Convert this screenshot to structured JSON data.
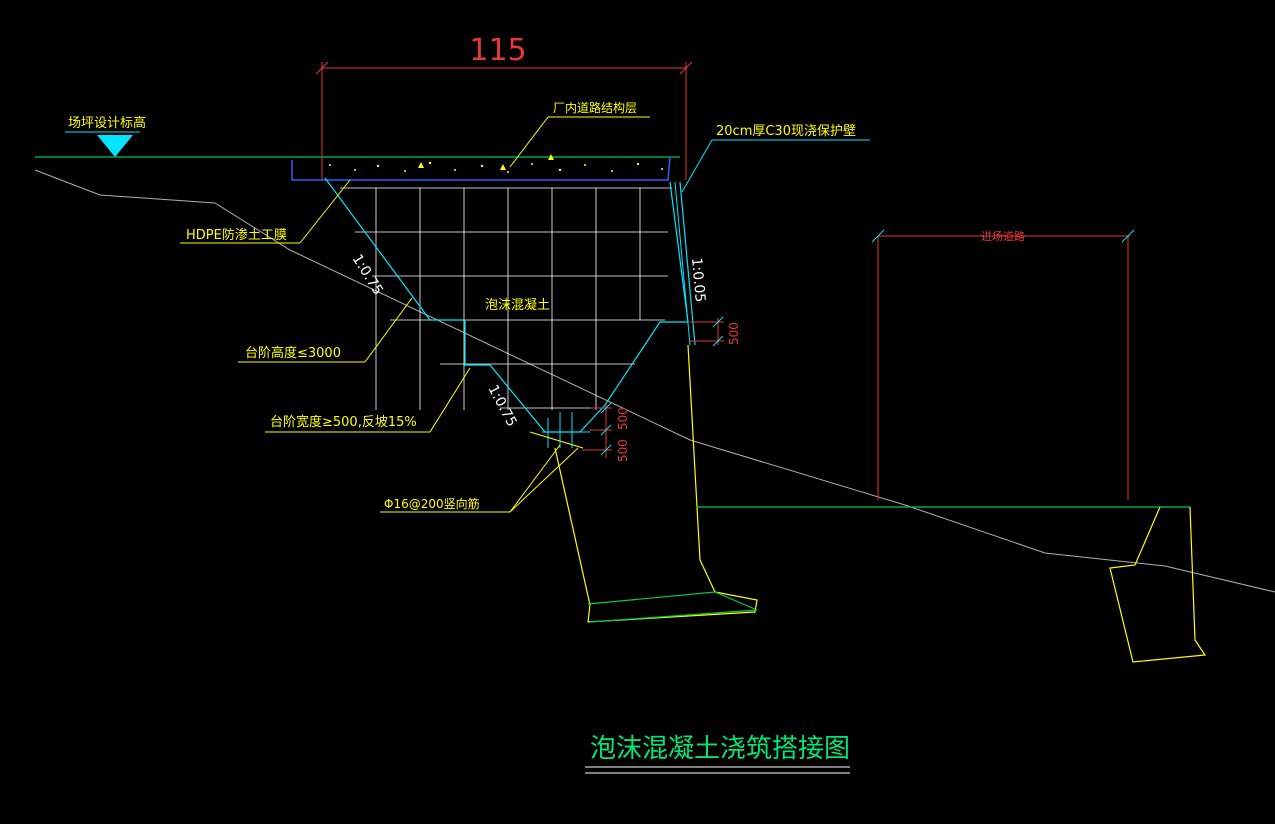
{
  "dimensions": {
    "top_width": "115",
    "right_top": "500",
    "mid_1": "500",
    "mid_2": "500",
    "road_label": "进场道路"
  },
  "labels": {
    "site_elevation": "场坪设计标高",
    "road_structure": "厂内道路结构层",
    "retaining_wall": "20cm厚C30现浇保护壁",
    "hdpe": "HDPE防渗土工膜",
    "foam_concrete": "泡沫混凝土",
    "step_height": "台阶高度≤3000",
    "step_width": "台阶宽度≥500,反坡15%",
    "rebar": "Φ16@200竖向筋"
  },
  "slopes": {
    "left_upper": "1:0.75",
    "left_lower": "1:0.75",
    "right": "1:0.05"
  },
  "title": "泡沫混凝土浇筑搭接图",
  "colors": {
    "background": "#000000",
    "ground_line": "#00c853",
    "dimension": "#e53935",
    "leader": "#ffff00",
    "slope": "#00e5ff",
    "grid": "#ffffff",
    "title": "#00e676",
    "membrane": "#2962ff",
    "wall": "#ffff00"
  }
}
